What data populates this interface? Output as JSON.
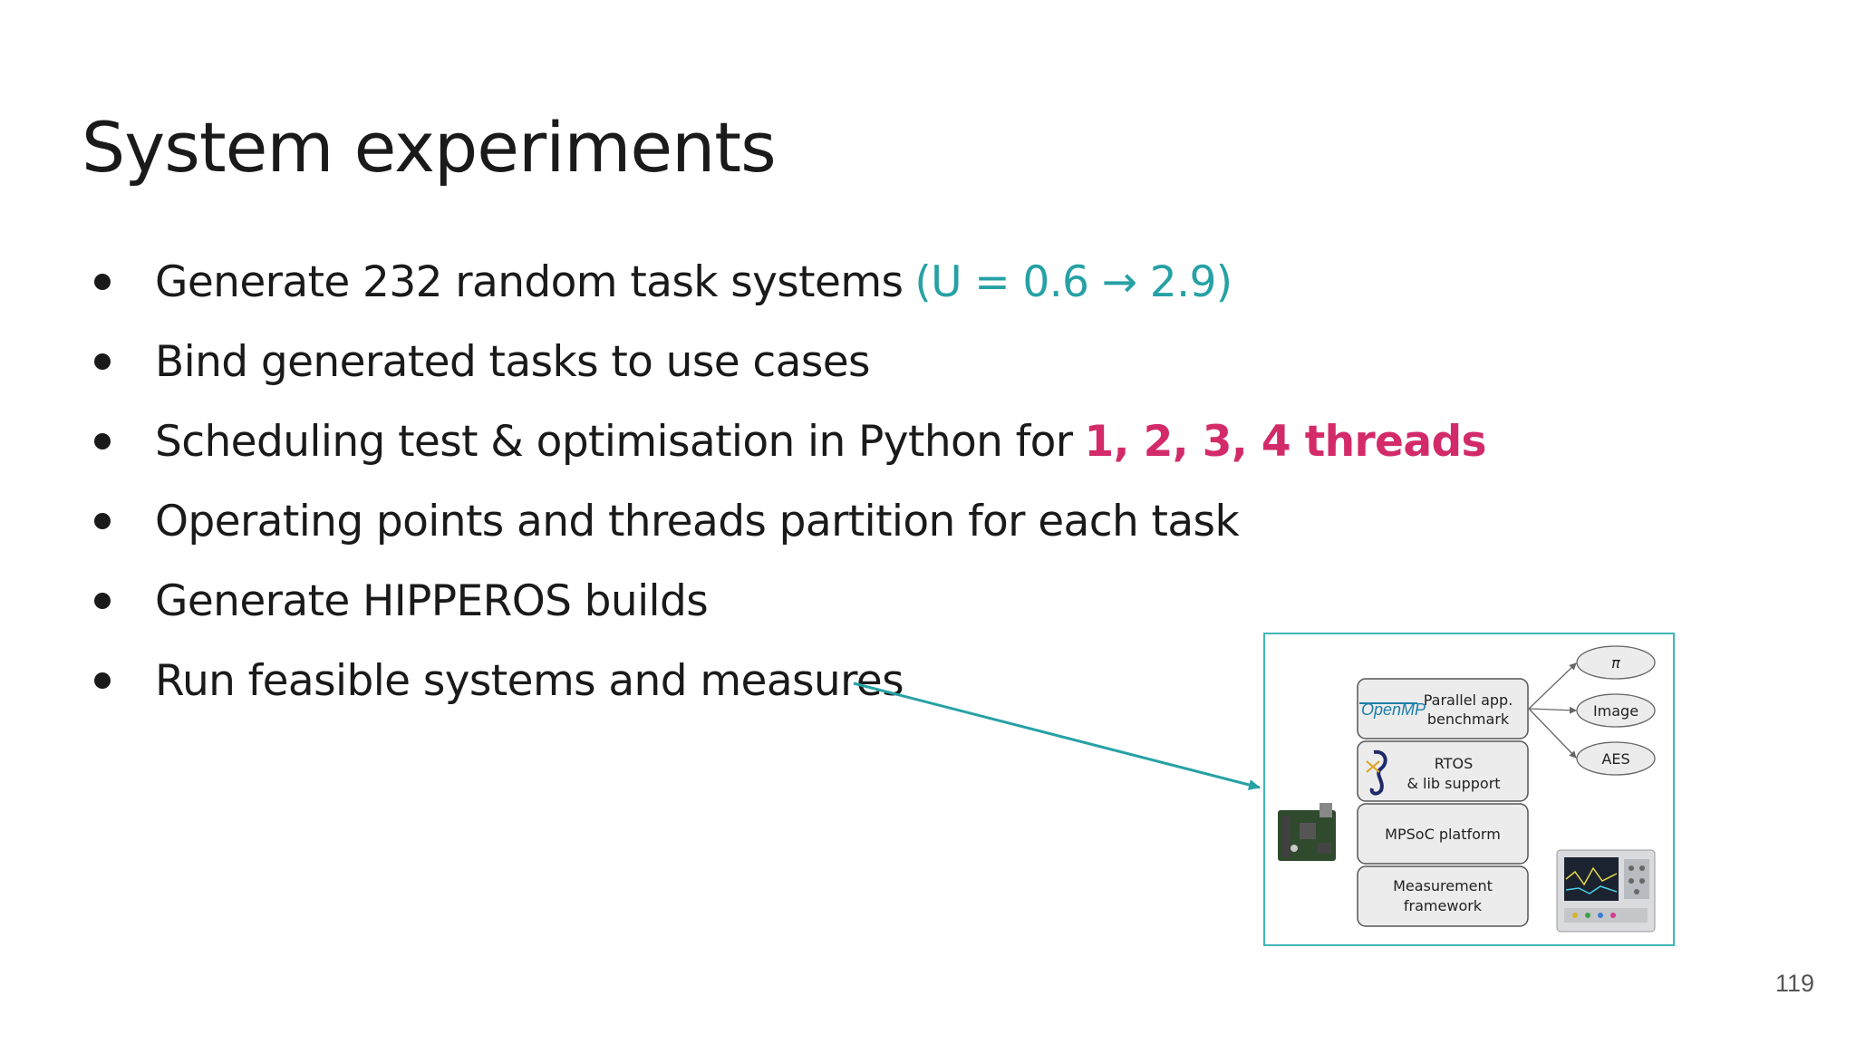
{
  "slide": {
    "title": "System experiments",
    "page_number": "119",
    "accent_colors": {
      "teal": "#26a1a5",
      "red": "#d32a6a",
      "figure_border": "#3fb6b4"
    },
    "bullets": [
      {
        "text": "Generate 232 random task systems ",
        "accent": "(U = 0.6 → 2.9)",
        "accent_color": "teal"
      },
      {
        "text": "Bind generated tasks to use cases",
        "accent": "",
        "accent_color": ""
      },
      {
        "text": "Scheduling test & optimisation in Python for ",
        "accent": "1, 2, 3, 4 threads",
        "accent_color": "red"
      },
      {
        "text": "Operating points and threads partition for each task",
        "accent": "",
        "accent_color": ""
      },
      {
        "text": "Generate HIPPEROS builds",
        "accent": "",
        "accent_color": ""
      },
      {
        "text": "Run feasible systems and measures",
        "accent": "",
        "accent_color": ""
      }
    ]
  },
  "figure": {
    "layers": [
      {
        "logo": "OpenMP",
        "line1": "Parallel app.",
        "line2": "benchmark"
      },
      {
        "logo": "seahorse-logo",
        "line1": "RTOS",
        "line2": "& lib support"
      },
      {
        "logo": "",
        "line1": "MPSoC platform",
        "line2": ""
      },
      {
        "logo": "",
        "line1": "Measurement",
        "line2": "framework"
      }
    ],
    "benchmarks": [
      "π",
      "Image",
      "AES"
    ],
    "images": [
      "board-photo",
      "oscilloscope-photo"
    ]
  }
}
